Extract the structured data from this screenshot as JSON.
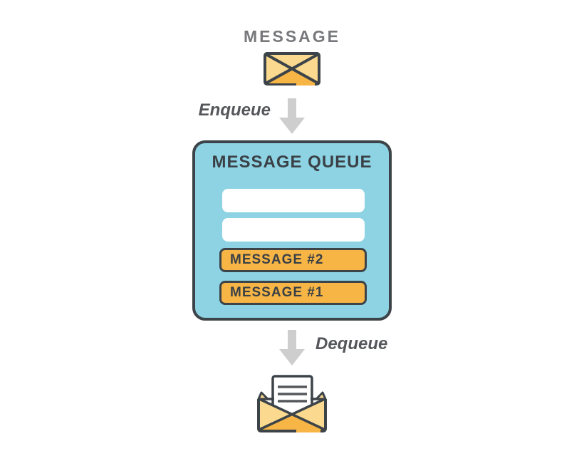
{
  "colors": {
    "background": "#ffffff",
    "outline_dark": "#3d4449",
    "queue_fill": "#8dd3e3",
    "message_fill": "#f6b545",
    "envelope_light": "#fbd98e",
    "envelope_accent": "#f6b545",
    "arrow_gray": "#cecece",
    "heading_gray": "#77787b",
    "flow_label_gray": "#54565a"
  },
  "diagram": {
    "source": {
      "title": "MESSAGE",
      "icon": "closed-envelope-icon"
    },
    "enqueue": {
      "label": "Enqueue",
      "icon": "down-arrow-icon"
    },
    "queue": {
      "title": "MESSAGE QUEUE",
      "slots": [
        {
          "type": "empty",
          "label": ""
        },
        {
          "type": "empty",
          "label": ""
        },
        {
          "type": "message",
          "label": "MESSAGE #2"
        },
        {
          "type": "message",
          "label": "MESSAGE #1"
        }
      ]
    },
    "dequeue": {
      "label": "Dequeue",
      "icon": "down-arrow-icon"
    },
    "sink": {
      "icon": "open-envelope-icon"
    }
  }
}
